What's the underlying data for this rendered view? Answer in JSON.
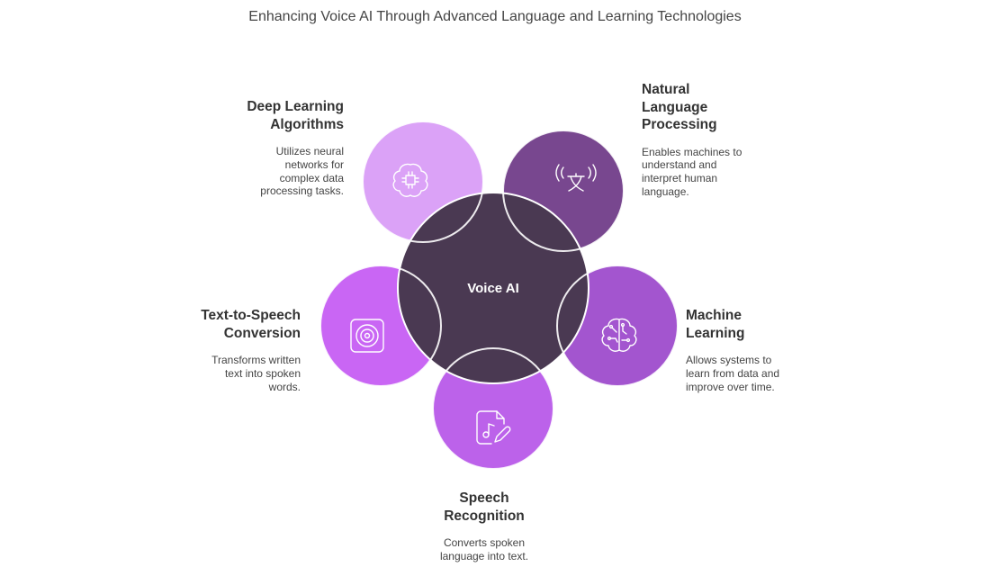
{
  "title": "Enhancing Voice AI Through Advanced Language and Learning Technologies",
  "center": {
    "label": "Voice AI",
    "color": "#4a3952"
  },
  "nodes": {
    "deep_learning": {
      "title": "Deep Learning\nAlgorithms",
      "description": "Utilizes neural\nnetworks for\ncomplex data\nprocessing tasks.",
      "color": "#dba2f7",
      "icon": "chip-brain-icon"
    },
    "nlp": {
      "title": "Natural\nLanguage\nProcessing",
      "description": "Enables machines to\nunderstand and\ninterpret human\nlanguage.",
      "color": "#78478f",
      "icon": "translate-speech-icon"
    },
    "machine_learning": {
      "title": "Machine\nLearning",
      "description": "Allows systems to\nlearn from data and\nimprove over time.",
      "color": "#a355cf",
      "icon": "brain-circuit-icon"
    },
    "speech_recognition": {
      "title": "Speech\nRecognition",
      "description": "Converts spoken\nlanguage into text.",
      "color": "#bc62ea",
      "icon": "audio-file-edit-icon"
    },
    "tts": {
      "title": "Text-to-Speech\nConversion",
      "description": "Transforms written\ntext into spoken\nwords.",
      "color": "#c966f4",
      "icon": "speaker-icon"
    }
  }
}
